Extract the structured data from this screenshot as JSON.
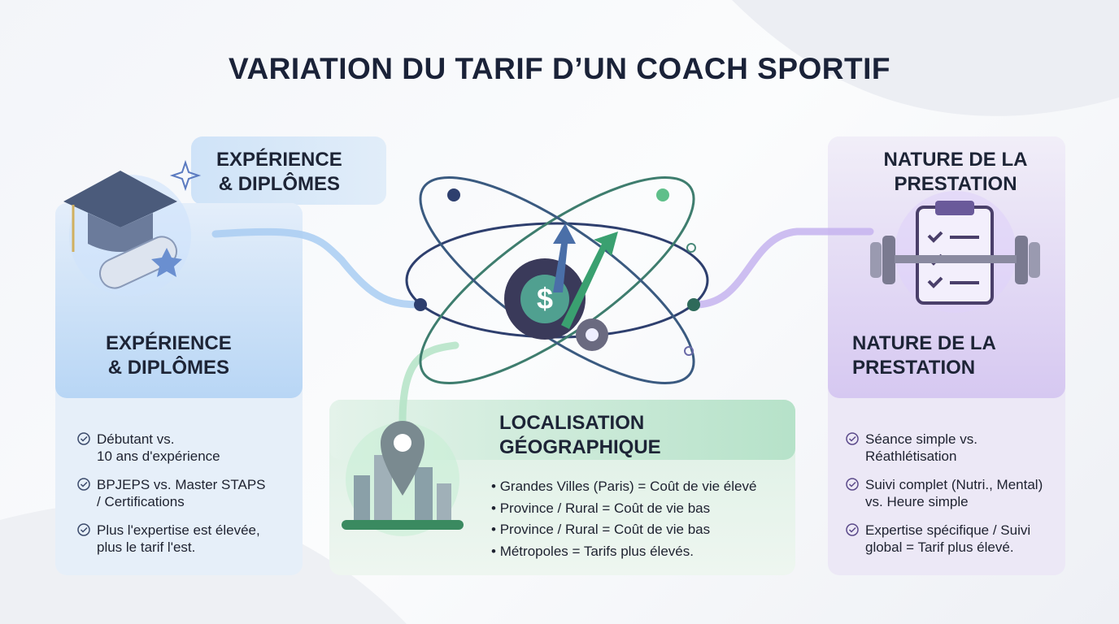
{
  "title": "VARIATION DU TARIF D’UN COACH SPORTIF",
  "experience": {
    "label_top": "EXPÉRIENCE\n& DIPLÔMES",
    "title": "EXPÉRIENCE\n& DIPLÔMES",
    "items": [
      "Débutant vs.\n10 ans d'expérience",
      "BPJEPS vs. Master STAPS\n/ Certifications",
      "Plus l'expertise est élevée,\nplus le tarif l'est."
    ]
  },
  "location": {
    "title": "LOCALISATION\nGÉOGRAPHIQUE",
    "items": [
      "Grandes Villes (Paris) = Coût de vie élevé",
      "Province / Rural = Coût de vie bas",
      "Province / Rural = Coût de vie bas",
      "Métropoles = Tarifs plus élevés."
    ]
  },
  "nature": {
    "label_top": "NATURE DE LA\nPRESTATION",
    "title": "NATURE DE LA\nPRESTATION",
    "items": [
      "Séance simple vs.\nRéathlétisation",
      "Suivi complet (Nutri., Mental)\nvs. Heure simple",
      "Expertise spécifique / Suivi\nglobal = Tarif plus élevé."
    ]
  },
  "colors": {
    "blue": "#9cc6f0",
    "green": "#a8dcc0",
    "purple": "#c9b6ec",
    "dark": "#1a2238"
  }
}
